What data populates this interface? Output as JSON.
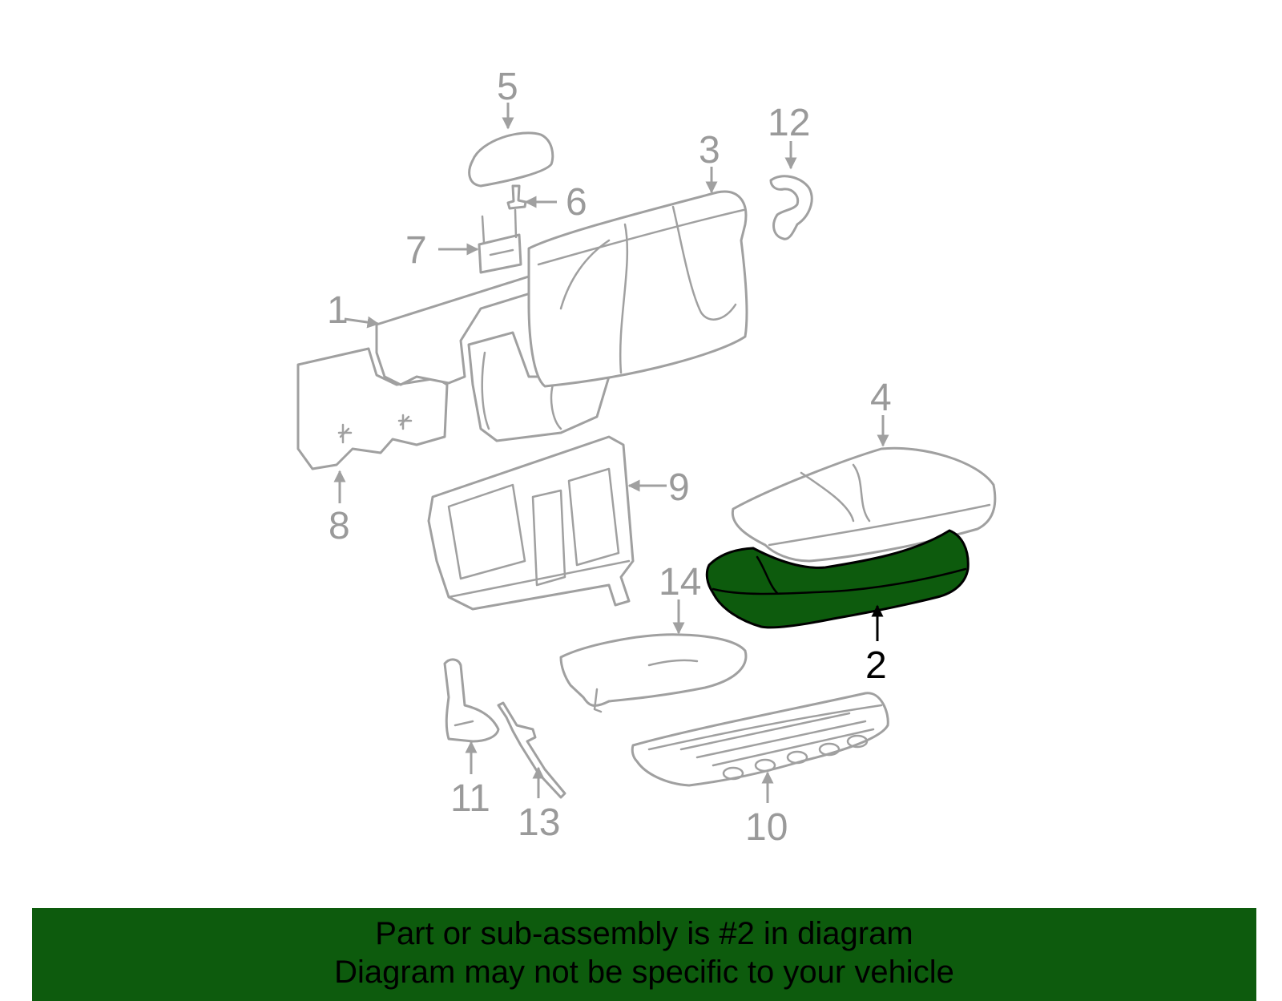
{
  "diagram": {
    "callouts": [
      "1",
      "2",
      "3",
      "4",
      "5",
      "6",
      "7",
      "8",
      "9",
      "10",
      "11",
      "12",
      "13",
      "14"
    ],
    "highlighted_part": "2",
    "colors": {
      "highlight_fill": "#0d5b0d",
      "outline": "#a0a0a0",
      "banner": "#0d5b0d"
    }
  },
  "banner": {
    "line1": "Part or sub-assembly is #2 in diagram",
    "line2": "Diagram may not be specific to your vehicle"
  }
}
